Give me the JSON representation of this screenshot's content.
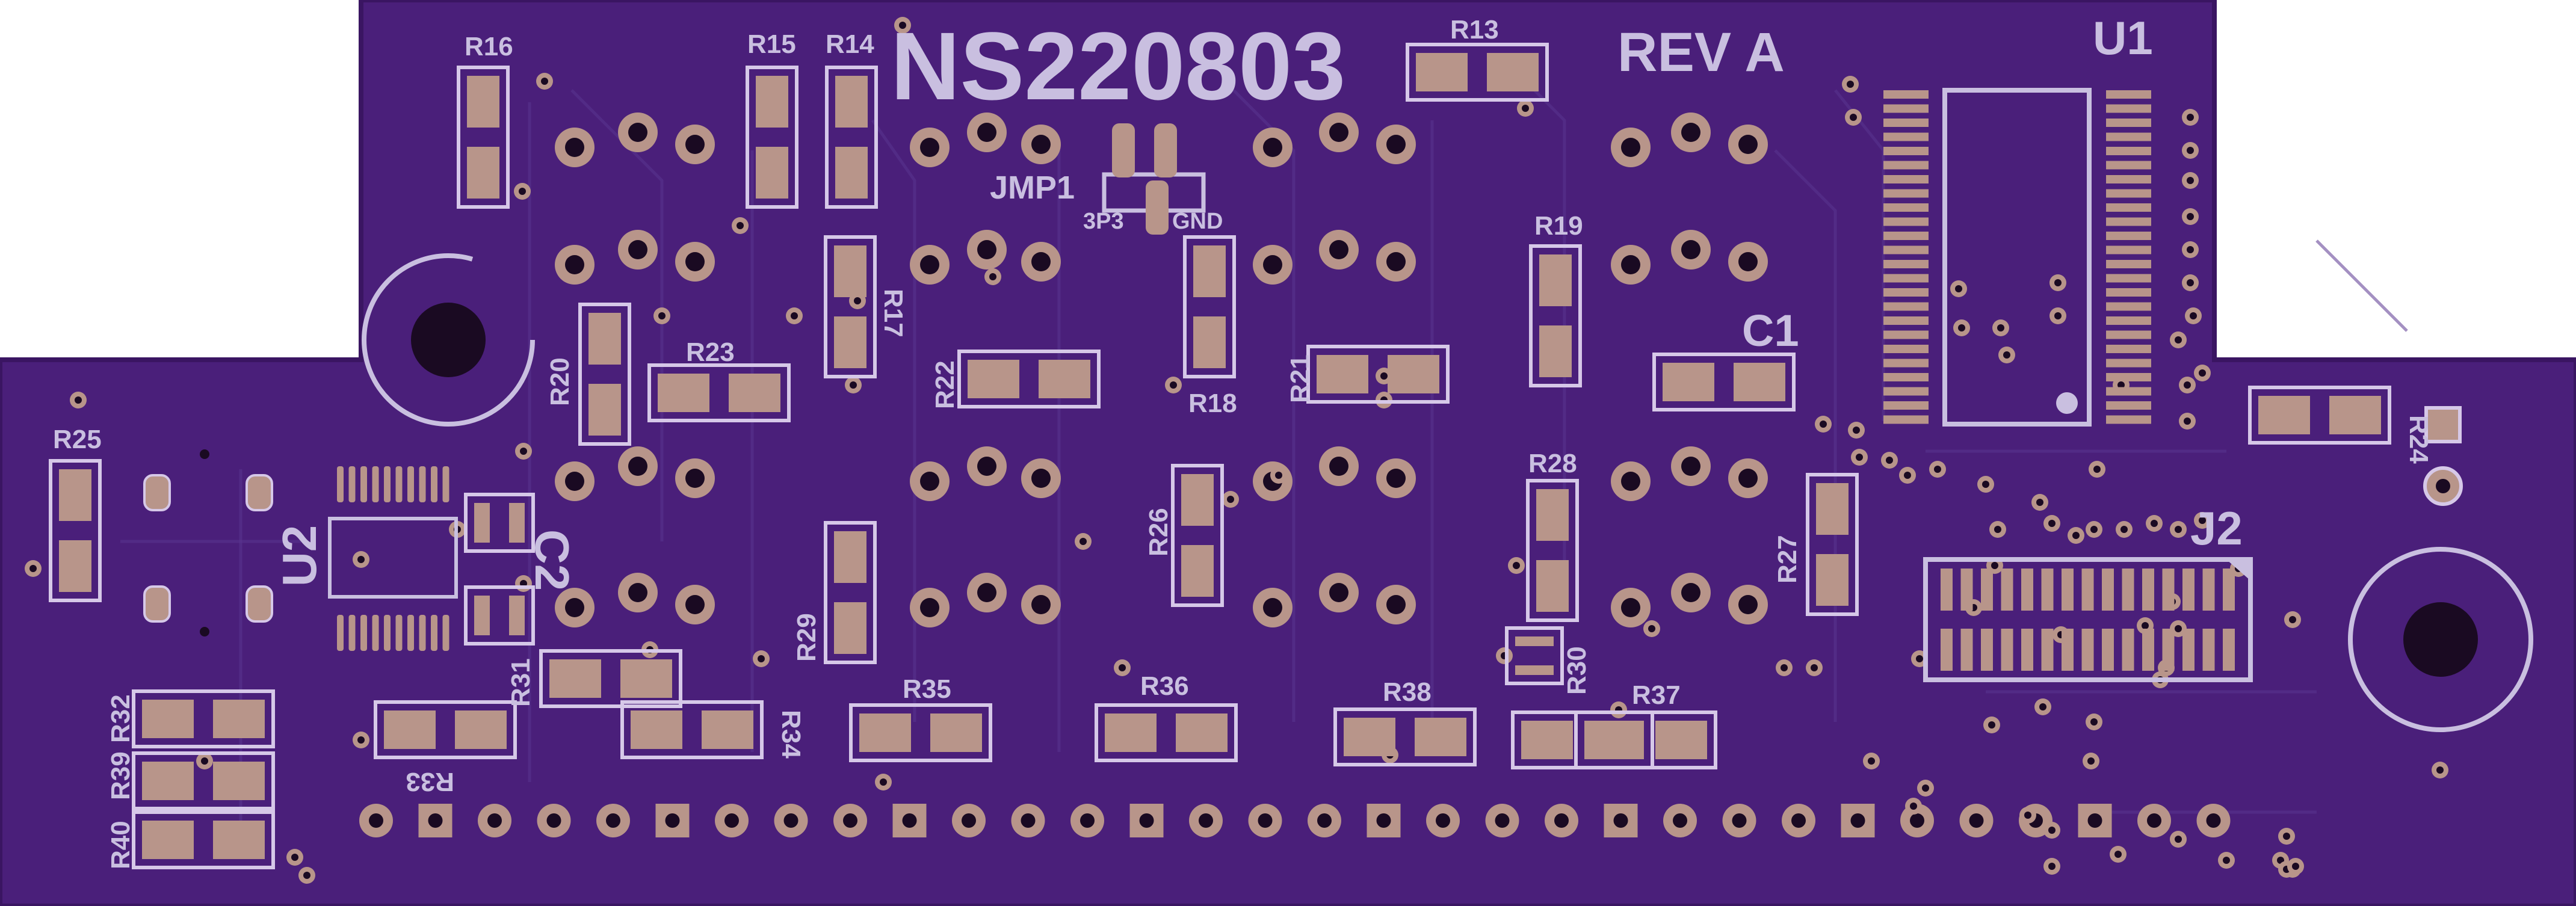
{
  "colors": {
    "board": "#4a1f7a",
    "board_edge": "#3a1562",
    "silkscreen": "#c9bfe0",
    "copper_pad": "#b8958a",
    "drill": "#1a0a22"
  },
  "board": {
    "title": "NS220803",
    "revision": "REV A"
  },
  "jumper": {
    "ref": "JMP1",
    "left_label": "3P3",
    "right_label": "GND"
  },
  "designators": {
    "u1": "U1",
    "u2": "U2",
    "c1": "C1",
    "c2": "C2",
    "j2": "J2",
    "r13": "R13",
    "r14": "R14",
    "r15": "R15",
    "r16": "R16",
    "r17": "R17",
    "r18": "R18",
    "r19": "R19",
    "r20": "R20",
    "r21": "R21",
    "r22": "R22",
    "r23": "R23",
    "r24": "R24",
    "r25": "R25",
    "r26": "R26",
    "r27": "R27",
    "r28": "R28",
    "r29": "R29",
    "r30": "R30",
    "r31": "R31",
    "r32": "R32",
    "r33": "R33",
    "r34": "R34",
    "r35": "R35",
    "r36": "R36",
    "r37": "R37",
    "r38": "R38",
    "r39": "R39",
    "r40": "R40"
  }
}
